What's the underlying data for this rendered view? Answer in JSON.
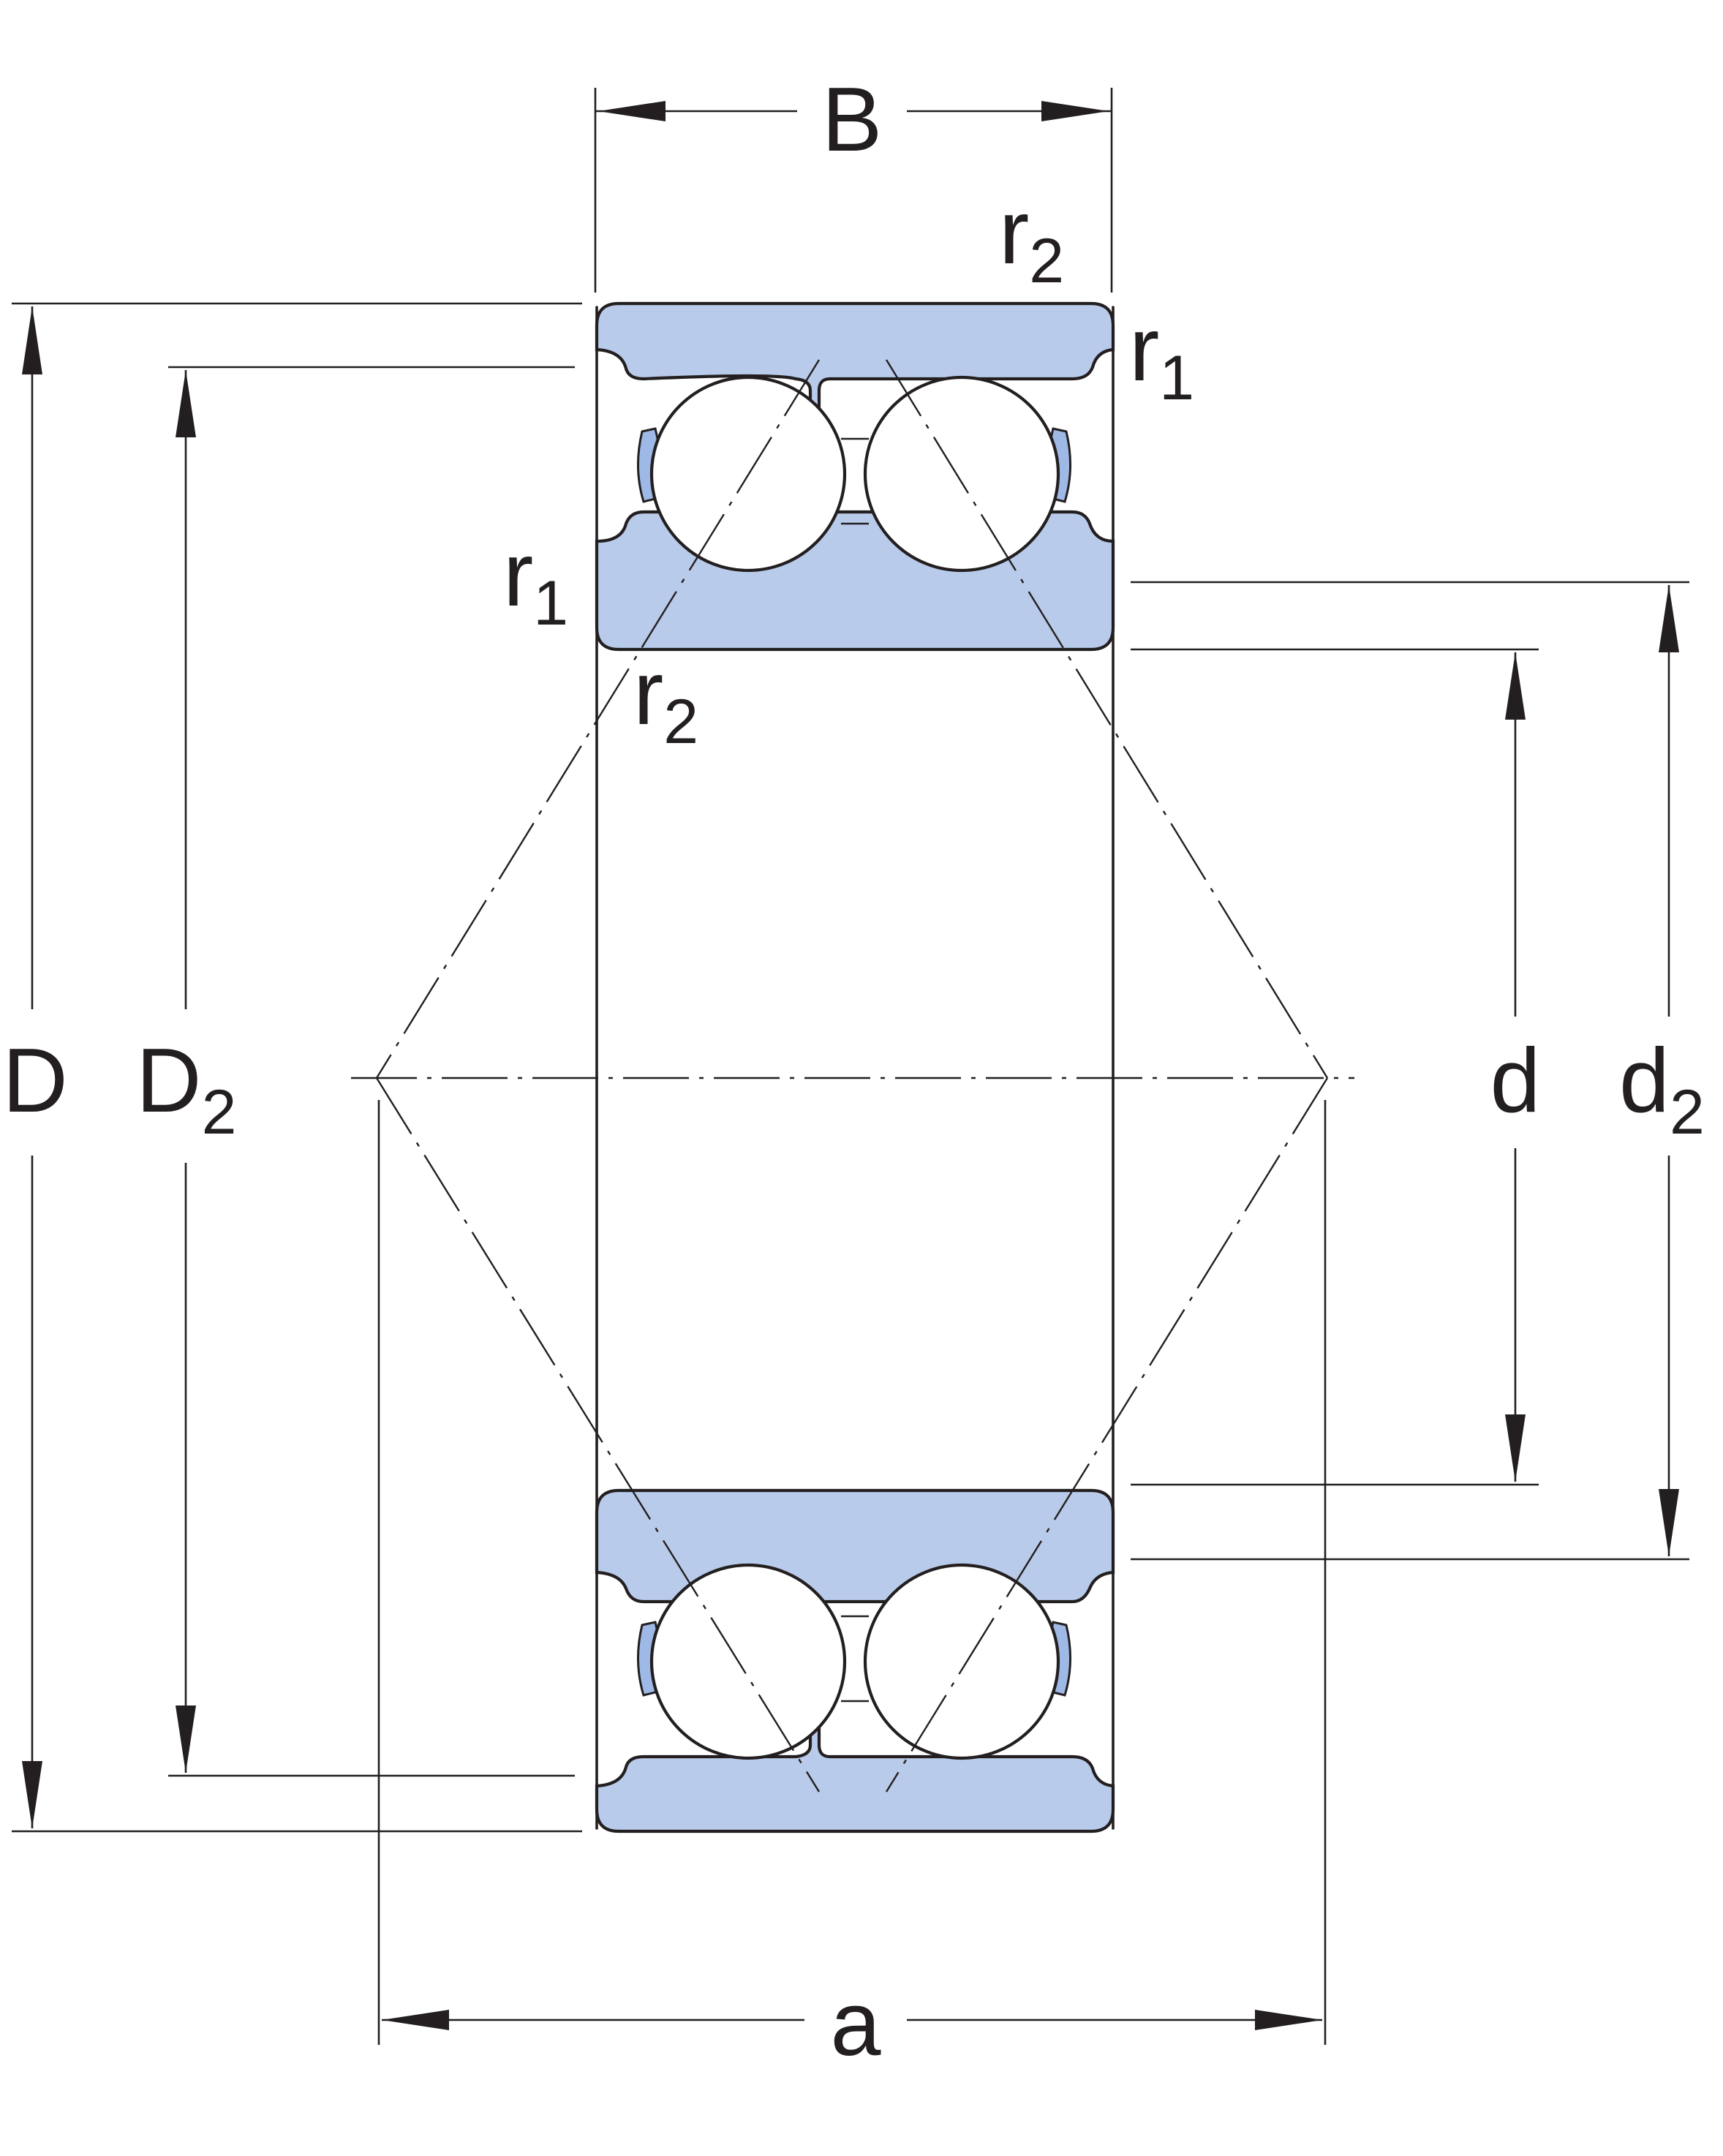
{
  "dimensions": {
    "B": {
      "main": "B",
      "sub": ""
    },
    "D": {
      "main": "D",
      "sub": ""
    },
    "D2": {
      "main": "D",
      "sub": "2"
    },
    "d": {
      "main": "d",
      "sub": ""
    },
    "d2": {
      "main": "d",
      "sub": "2"
    },
    "a": {
      "main": "a",
      "sub": ""
    }
  },
  "radii": {
    "r2_top": {
      "main": "r",
      "sub": "2"
    },
    "r1_top": {
      "main": "r",
      "sub": "1"
    },
    "r1_mid": {
      "main": "r",
      "sub": "1"
    },
    "r2_mid": {
      "main": "r",
      "sub": "2"
    }
  },
  "colors": {
    "ring_fill": "#b9cbea",
    "seal_fill": "#9fb9e6",
    "line": "#231f20"
  }
}
